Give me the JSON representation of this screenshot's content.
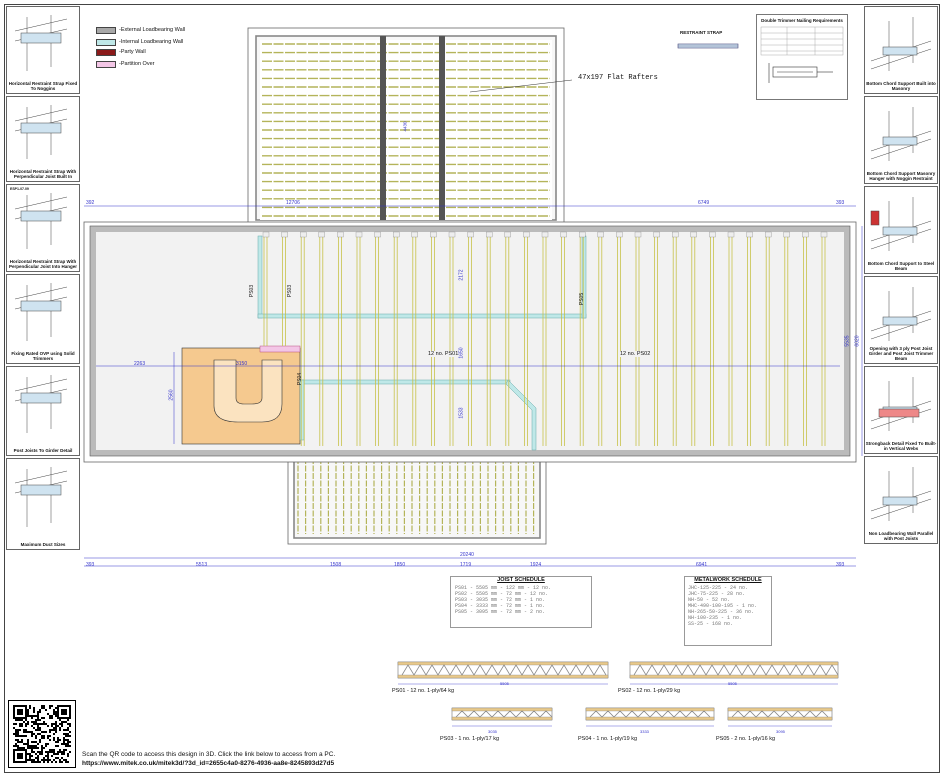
{
  "legend": [
    {
      "label": "-External Loadbearing Wall",
      "color": "#a8a8a8"
    },
    {
      "label": "-Internal Loadbearing Wall",
      "color": "#bfe8e8"
    },
    {
      "label": "-Party Wall",
      "color": "#8b1a1a"
    },
    {
      "label": "-Partition Over",
      "color": "#f3c6e6"
    }
  ],
  "annotations": {
    "flat_rafters": "47x197 Flat Rafters",
    "restraint_strap": "RESTRAINT STRAP",
    "nailing_title": "Double Trimmer Nailing Requirements"
  },
  "dimensions": {
    "top_left_end": "392",
    "top_left": "12706",
    "top_right": "6749",
    "top_right_end": "393",
    "side_a": "2263",
    "side_b": "3150",
    "side_c": "2560",
    "mid_a": "2172",
    "mid_b": "1650",
    "mid_c": "1533",
    "right_a": "5535",
    "right_b": "6020",
    "total": "20240",
    "bottom": [
      "393",
      "5513",
      "1508",
      "1850",
      "1719",
      "1924",
      "6941",
      "393"
    ],
    "rafter_dim": "4430"
  },
  "plan_labels": {
    "ps01_run": "12 no. PS01",
    "ps03": "PS03",
    "ps02_run": "12 no. PS02",
    "ps03b": "PS03",
    "ps04": "PS04",
    "ps05": "PS05",
    "b01": "B01"
  },
  "joist_schedule": {
    "title": "JOIST SCHEDULE",
    "rows": [
      "PS01 - 5505 mm - 122 mm - 12 no.",
      "PS02 - 5505 mm - 72 mm - 12 no.",
      "PS03 - 3035 mm - 72 mm - 1 no.",
      "PS04 - 3333 mm - 72 mm - 1 no.",
      "PS05 - 3095 mm - 72 mm - 2 no."
    ]
  },
  "metalwork_schedule": {
    "title": "METALWORK SCHEDULE",
    "rows": [
      "JHC-125-225    - 24 no.",
      "JHC-75-225     - 28 no.",
      "NH-50          - 52 no.",
      "MHC-490-100-195 - 1 no.",
      "NH-265-50-225  - 36 no.",
      "NH-100-235     - 1 no.",
      "SS-25          - 168 no."
    ]
  },
  "trusses": [
    {
      "caption": "PS01 - 12 no. 1-ply/64 kg",
      "dim": "5505"
    },
    {
      "caption": "PS02 - 12 no. 1-ply/29 kg",
      "dim": "5505"
    },
    {
      "caption": "PS03 - 1 no. 1-ply/17 kg",
      "dim": "3035"
    },
    {
      "caption": "PS04 - 1 no. 1-ply/19 kg",
      "dim": "3333"
    },
    {
      "caption": "PS05 - 2 no. 1-ply/16 kg",
      "dim": "3095"
    }
  ],
  "left_panels": [
    {
      "title": "Horizontal Restraint Strap Fixed To Noggins"
    },
    {
      "title": "Horizontal Restraint Strap With Perpendicular Joist Built In"
    },
    {
      "title": "Horizontal Restraint Strap With Perpendicular Joist Into Hanger",
      "code": "ESP1-07.09"
    },
    {
      "title": "Fixing Rated OVP using Solid Trimmers"
    },
    {
      "title": "Post Joists To Girder Detail"
    },
    {
      "title": "Maximum Duct Sizes"
    }
  ],
  "right_panels": [
    {
      "title": "Bottom Chord Support Built into Masonry"
    },
    {
      "title": "Bottom Chord Support Masonry Hanger with Noggin Restraint"
    },
    {
      "title": "Bottom Chord Support to Steel Beam"
    },
    {
      "title": "Opening with 3 ply Post Joist Girder and Post Joist Trimmer Beam"
    },
    {
      "title": "Strongback Detail Fixed To Built-in Vertical Webs"
    },
    {
      "title": "Non Loadbearing Wall Parallel with Post Joists"
    }
  ],
  "footer": {
    "line1": "Scan the QR code to access this design in 3D. Click the link below to access from a PC.",
    "line2": "https://www.mitek.co.uk/mitek3d/?3d_id=2655c4a0-8276-4936-aa8e-8245893d27d5"
  }
}
